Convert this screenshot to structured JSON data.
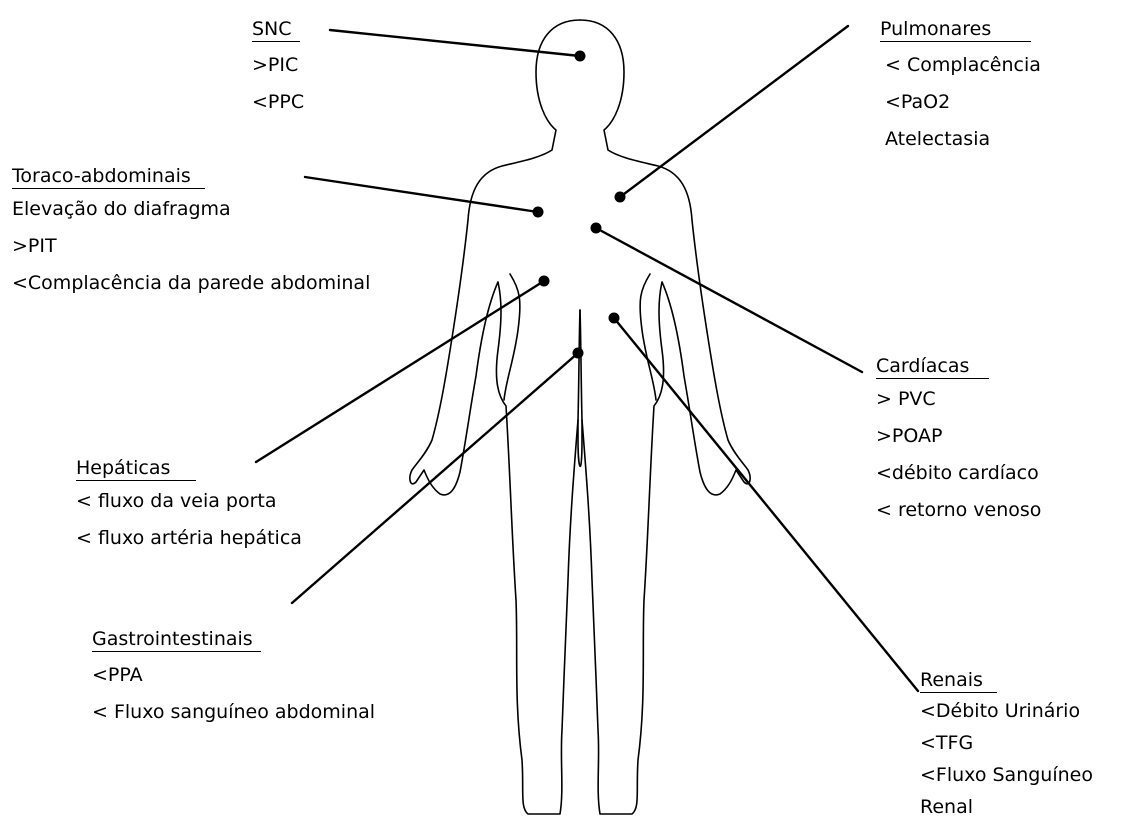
{
  "diagram": {
    "colors": {
      "ink": "#000000",
      "background": "#ffffff"
    },
    "groups": [
      {
        "id": "snc",
        "title": "SNC",
        "items": [
          ">PIC",
          "<PPC"
        ]
      },
      {
        "id": "pulmonares",
        "title": "Pulmonares",
        "items": [
          "< Complacência",
          "<PaO2",
          "Atelectasia"
        ]
      },
      {
        "id": "toraco",
        "title": "Toraco-abdominais",
        "items": [
          "Elevação do diafragma",
          ">PIT",
          "<Complacência da parede abdominal"
        ]
      },
      {
        "id": "cardiacas",
        "title": "Cardíacas",
        "items": [
          "> PVC",
          ">POAP",
          "<débito cardíaco",
          "< retorno venoso"
        ]
      },
      {
        "id": "hepaticas",
        "title": "Hepáticas",
        "items": [
          "< fluxo da veia porta",
          "< fluxo artéria hepática"
        ]
      },
      {
        "id": "gastro",
        "title": "Gastrointestinais",
        "items": [
          "<PPA",
          "< Fluxo sanguíneo abdominal"
        ]
      },
      {
        "id": "renais",
        "title": "Renais",
        "items": [
          "<Débito Urinário",
          "<TFG",
          "<Fluxo Sanguíneo",
          "Renal"
        ]
      }
    ]
  }
}
